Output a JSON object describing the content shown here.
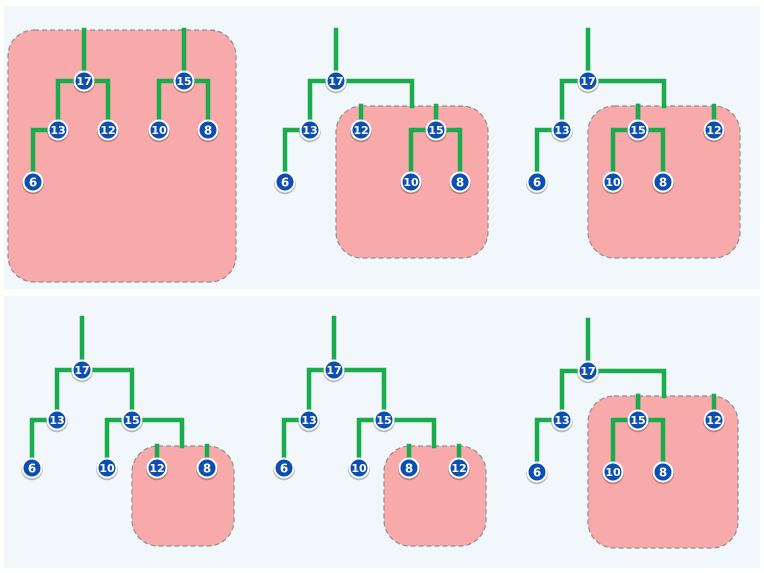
{
  "colors": {
    "background": "#ffffff",
    "row_panel": "#f1f7fb",
    "edge": "#1aab4c",
    "node_fill": "#0d4fb0",
    "node_ring": "#ffffff",
    "highlight_fill": "#f8a9a9",
    "highlight_border": "#8a8f96"
  },
  "panels": [
    {
      "id": "panel-1",
      "highlight": "two-heaps",
      "nodes": [
        {
          "id": "a",
          "label": "17"
        },
        {
          "id": "b",
          "label": "13"
        },
        {
          "id": "c",
          "label": "12"
        },
        {
          "id": "d",
          "label": "6"
        },
        {
          "id": "e",
          "label": "15"
        },
        {
          "id": "f",
          "label": "10"
        },
        {
          "id": "g",
          "label": "8"
        }
      ]
    },
    {
      "id": "panel-2",
      "highlight": "right-subtree",
      "nodes": [
        {
          "id": "a",
          "label": "17"
        },
        {
          "id": "b",
          "label": "13"
        },
        {
          "id": "c",
          "label": "12"
        },
        {
          "id": "d",
          "label": "6"
        },
        {
          "id": "e",
          "label": "15"
        },
        {
          "id": "f",
          "label": "10"
        },
        {
          "id": "g",
          "label": "8"
        }
      ]
    },
    {
      "id": "panel-3",
      "highlight": "right-subtree",
      "nodes": [
        {
          "id": "a",
          "label": "17"
        },
        {
          "id": "b",
          "label": "13"
        },
        {
          "id": "c",
          "label": "15"
        },
        {
          "id": "d",
          "label": "6"
        },
        {
          "id": "e",
          "label": "12"
        },
        {
          "id": "f",
          "label": "10"
        },
        {
          "id": "g",
          "label": "8"
        }
      ]
    },
    {
      "id": "panel-4",
      "highlight": "right-subtree",
      "nodes": [
        {
          "id": "a",
          "label": "17"
        },
        {
          "id": "b",
          "label": "13"
        },
        {
          "id": "c",
          "label": "15"
        },
        {
          "id": "d",
          "label": "6"
        },
        {
          "id": "e",
          "label": "10"
        },
        {
          "id": "f",
          "label": "12"
        },
        {
          "id": "g",
          "label": "8"
        }
      ]
    },
    {
      "id": "panel-5",
      "highlight": "right-subtree",
      "nodes": [
        {
          "id": "a",
          "label": "17"
        },
        {
          "id": "b",
          "label": "13"
        },
        {
          "id": "c",
          "label": "15"
        },
        {
          "id": "d",
          "label": "6"
        },
        {
          "id": "e",
          "label": "10"
        },
        {
          "id": "f",
          "label": "8"
        },
        {
          "id": "g",
          "label": "12"
        }
      ]
    },
    {
      "id": "panel-6",
      "highlight": "right-subtree",
      "nodes": [
        {
          "id": "a",
          "label": "17"
        },
        {
          "id": "b",
          "label": "13"
        },
        {
          "id": "c",
          "label": "15"
        },
        {
          "id": "d",
          "label": "6"
        },
        {
          "id": "e",
          "label": "12"
        },
        {
          "id": "f",
          "label": "10"
        },
        {
          "id": "g",
          "label": "8"
        }
      ]
    }
  ]
}
